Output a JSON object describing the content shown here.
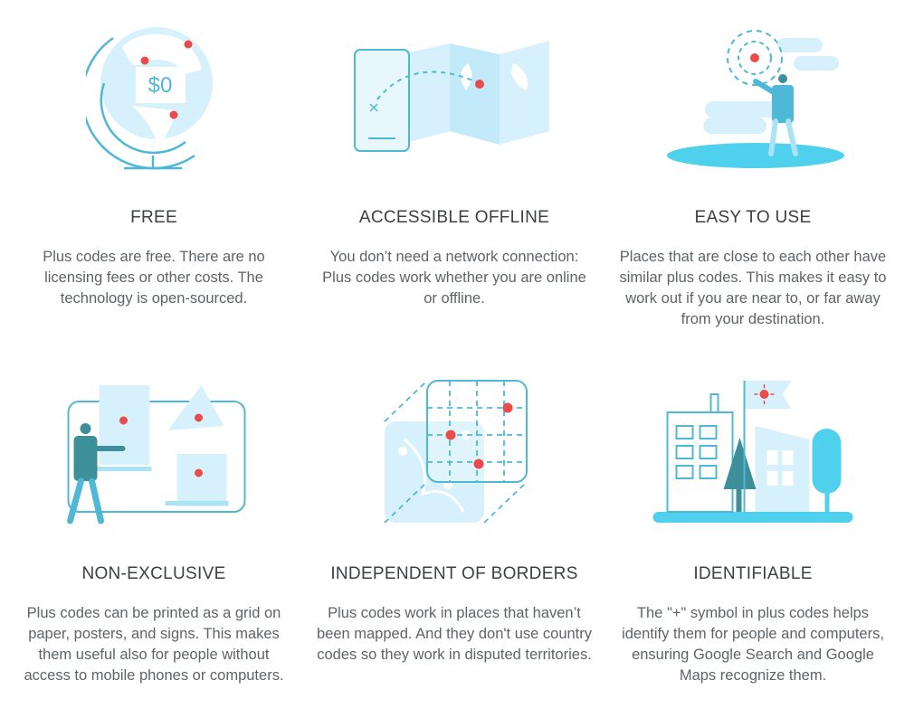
{
  "features": [
    {
      "title": "FREE",
      "description": "Plus codes are free. There are no licensing fees or other costs. The technology is open-sourced.",
      "illustration": "globe-price-icon"
    },
    {
      "title": "ACCESSIBLE OFFLINE",
      "description": "You don’t need a network connection: Plus codes work whether you are online or offline.",
      "illustration": "phone-map-icon"
    },
    {
      "title": "EASY TO USE",
      "description": "Places that are close to each other have similar plus codes. This makes it easy to work out if you are near to, or far away from your destination.",
      "illustration": "person-location-icon"
    },
    {
      "title": "NON-EXCLUSIVE",
      "description": "Plus codes can be printed as a grid on paper, posters, and signs. This makes them useful also for people without access to mobile phones or computers.",
      "illustration": "person-posters-icon"
    },
    {
      "title": "INDEPENDENT OF BORDERS",
      "description": "Plus codes work in places that haven’t been mapped. And they don't use country codes so they work in disputed territories.",
      "illustration": "grid-map-icon"
    },
    {
      "title": "IDENTIFIABLE",
      "description": "The \"+\" symbol in plus codes helps identify them for people and computers, ensuring Google Search and Google Maps recognize them.",
      "illustration": "city-flag-icon"
    }
  ],
  "illustration_text": {
    "price": "$0"
  },
  "colors": {
    "light_blue": "#d6f1fb",
    "mid_blue": "#a9e3f5",
    "line_blue": "#4fb8d6",
    "dark_teal": "#3d8f9a",
    "pin_red": "#ea4c4c"
  }
}
